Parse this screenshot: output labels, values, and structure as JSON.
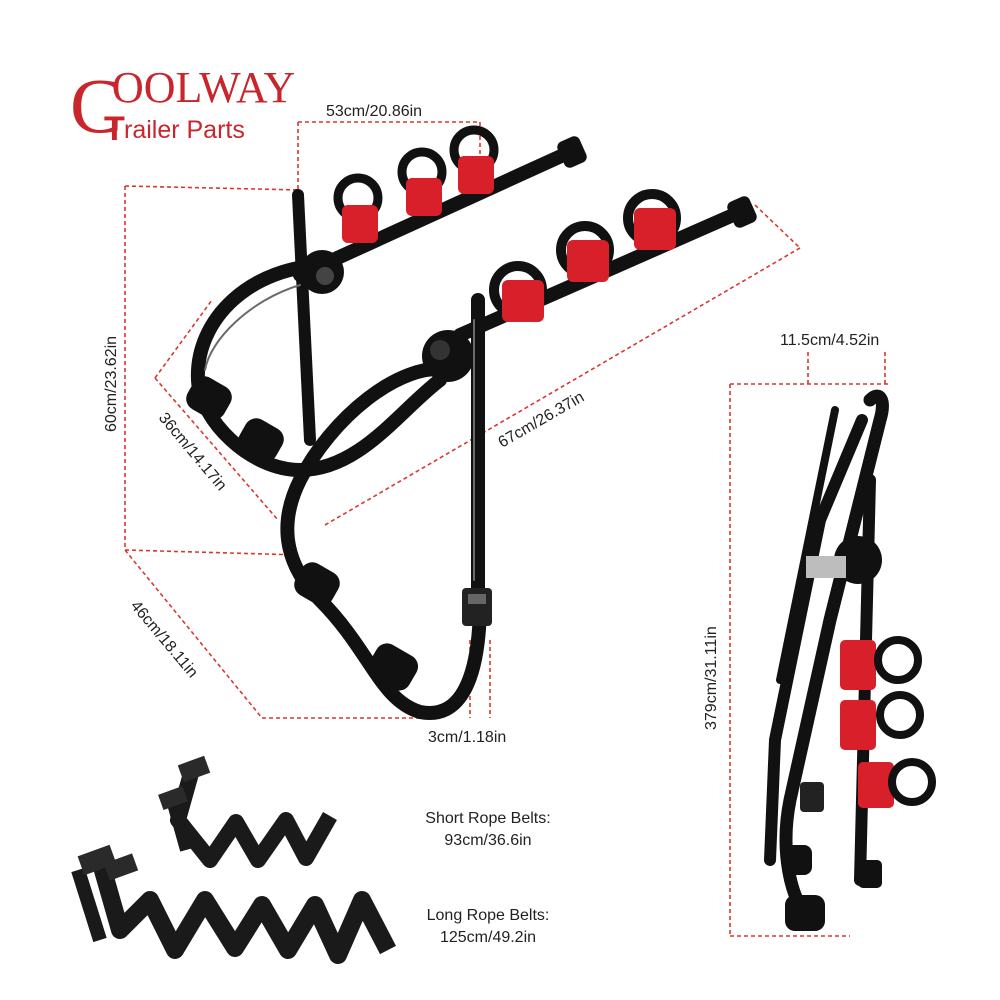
{
  "logo": {
    "line1": "OOLWAY",
    "line2": "railer Parts",
    "letter_c": "C",
    "letter_t": "T",
    "color": "#c8262c"
  },
  "dimensions": {
    "top_width": "53cm/20.86in",
    "height": "60cm/23.62in",
    "arm_length": "36cm/14.17in",
    "bar_length": "67cm/26.37in",
    "base_width": "46cm/18.11in",
    "foot_offset": "3cm/1.18in",
    "folded_depth": "11.5cm/4.52in",
    "folded_height": "379cm/31.11in"
  },
  "belts": {
    "short_title": "Short Rope Belts:",
    "short_size": "93cm/36.6in",
    "long_title": "Long Rope Belts:",
    "long_size": "125cm/49.2in"
  },
  "colors": {
    "dimension_line": "#d9382f",
    "frame": "#111111",
    "cradle": "#d8202a",
    "strap": "#1a1a1a"
  }
}
